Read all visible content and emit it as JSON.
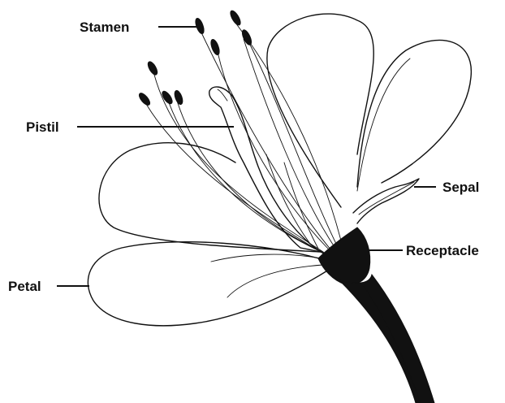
{
  "labels": {
    "stamen": "Stamen",
    "pistil": "Pistil",
    "sepal": "Sepal",
    "receptacle": "Receptacle",
    "petal": "Petal"
  },
  "colors": {
    "ink": "#111111",
    "background": "#ffffff"
  }
}
